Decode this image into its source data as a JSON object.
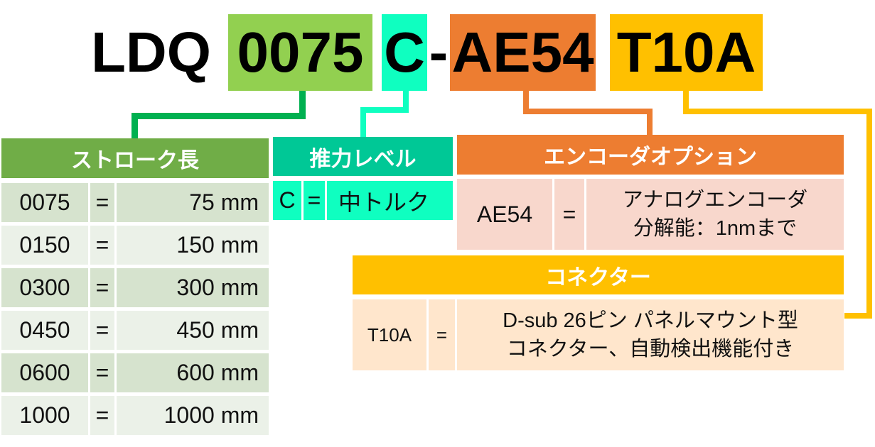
{
  "model_code": {
    "prefix": "LDQ",
    "stroke": "0075",
    "thrust": "C",
    "dash": "-",
    "encoder": "AE54",
    "connector": "T10A"
  },
  "colors": {
    "stroke": "#92D050",
    "stroke_line": "#00B050",
    "stroke_header": "#70AD47",
    "thrust": "#0FFFC0",
    "thrust_header": "#00C896",
    "encoder": "#ED7D31",
    "encoder_row": "#F8D7CC",
    "connector": "#FFC000",
    "connector_row": "#FFE6CC"
  },
  "stroke_table": {
    "title": "ストローク長",
    "rows": [
      {
        "code": "0075",
        "eq": "=",
        "value": "75 mm"
      },
      {
        "code": "0150",
        "eq": "=",
        "value": "150 mm"
      },
      {
        "code": "0300",
        "eq": "=",
        "value": "300 mm"
      },
      {
        "code": "0450",
        "eq": "=",
        "value": "450 mm"
      },
      {
        "code": "0600",
        "eq": "=",
        "value": "600 mm"
      },
      {
        "code": "1000",
        "eq": "=",
        "value": "1000 mm"
      }
    ]
  },
  "thrust_table": {
    "title": "推力レベル",
    "rows": [
      {
        "code": "C",
        "eq": "=",
        "value": "中トルク"
      }
    ]
  },
  "encoder_table": {
    "title": "エンコーダオプション",
    "rows": [
      {
        "code": "AE54",
        "eq": "=",
        "value_line1": "アナログエンコーダ",
        "value_line2": "分解能：1nmまで"
      }
    ]
  },
  "connector_table": {
    "title": "コネクター",
    "rows": [
      {
        "code": "T10A",
        "eq": "=",
        "value_line1": "D-sub 26ピン パネルマウント型",
        "value_line2": "コネクター、自動検出機能付き"
      }
    ]
  }
}
